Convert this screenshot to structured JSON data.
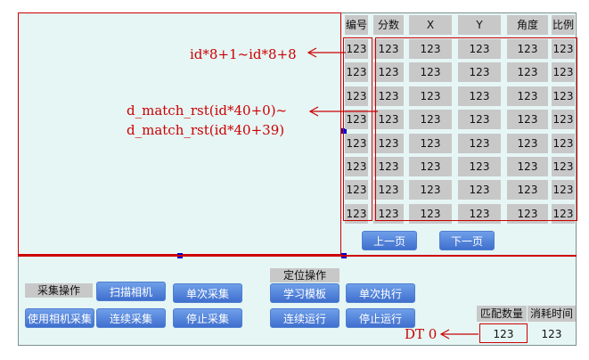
{
  "table": {
    "headers": [
      "编号",
      "分数",
      "X",
      "Y",
      "角度",
      "比例"
    ],
    "rows": [
      [
        "123",
        "123",
        "123",
        "123",
        "123",
        "123"
      ],
      [
        "123",
        "123",
        "123",
        "123",
        "123",
        "123"
      ],
      [
        "123",
        "123",
        "123",
        "123",
        "123",
        "123"
      ],
      [
        "123",
        "123",
        "123",
        "123",
        "123",
        "123"
      ],
      [
        "123",
        "123",
        "123",
        "123",
        "123",
        "123"
      ],
      [
        "123",
        "123",
        "123",
        "123",
        "123",
        "123"
      ],
      [
        "123",
        "123",
        "123",
        "123",
        "123",
        "123"
      ],
      [
        "123",
        "123",
        "123",
        "123",
        "123",
        "123"
      ]
    ]
  },
  "pager": {
    "prev": "上一页",
    "next": "下一页"
  },
  "capture": {
    "title": "采集操作",
    "scan_camera": "扫描相机",
    "single_capture": "单次采集",
    "use_camera_capture": "使用相机采集",
    "continuous_capture": "连续采集",
    "stop_capture": "停止采集"
  },
  "locate": {
    "title": "定位操作",
    "learn_template": "学习模板",
    "single_execute": "单次执行",
    "continuous_run": "连续运行",
    "stop_run": "停止运行"
  },
  "stats": {
    "match_count_label": "匹配数量",
    "time_label": "消耗时间",
    "match_count_value": "123",
    "time_value": "123"
  },
  "annotations": {
    "id_range": "id*8+1~id*8+8",
    "match_line1": "d_match_rst(id*40+0)~",
    "match_line2": "d_match_rst(id*40+39)",
    "dt": "DT 0"
  }
}
